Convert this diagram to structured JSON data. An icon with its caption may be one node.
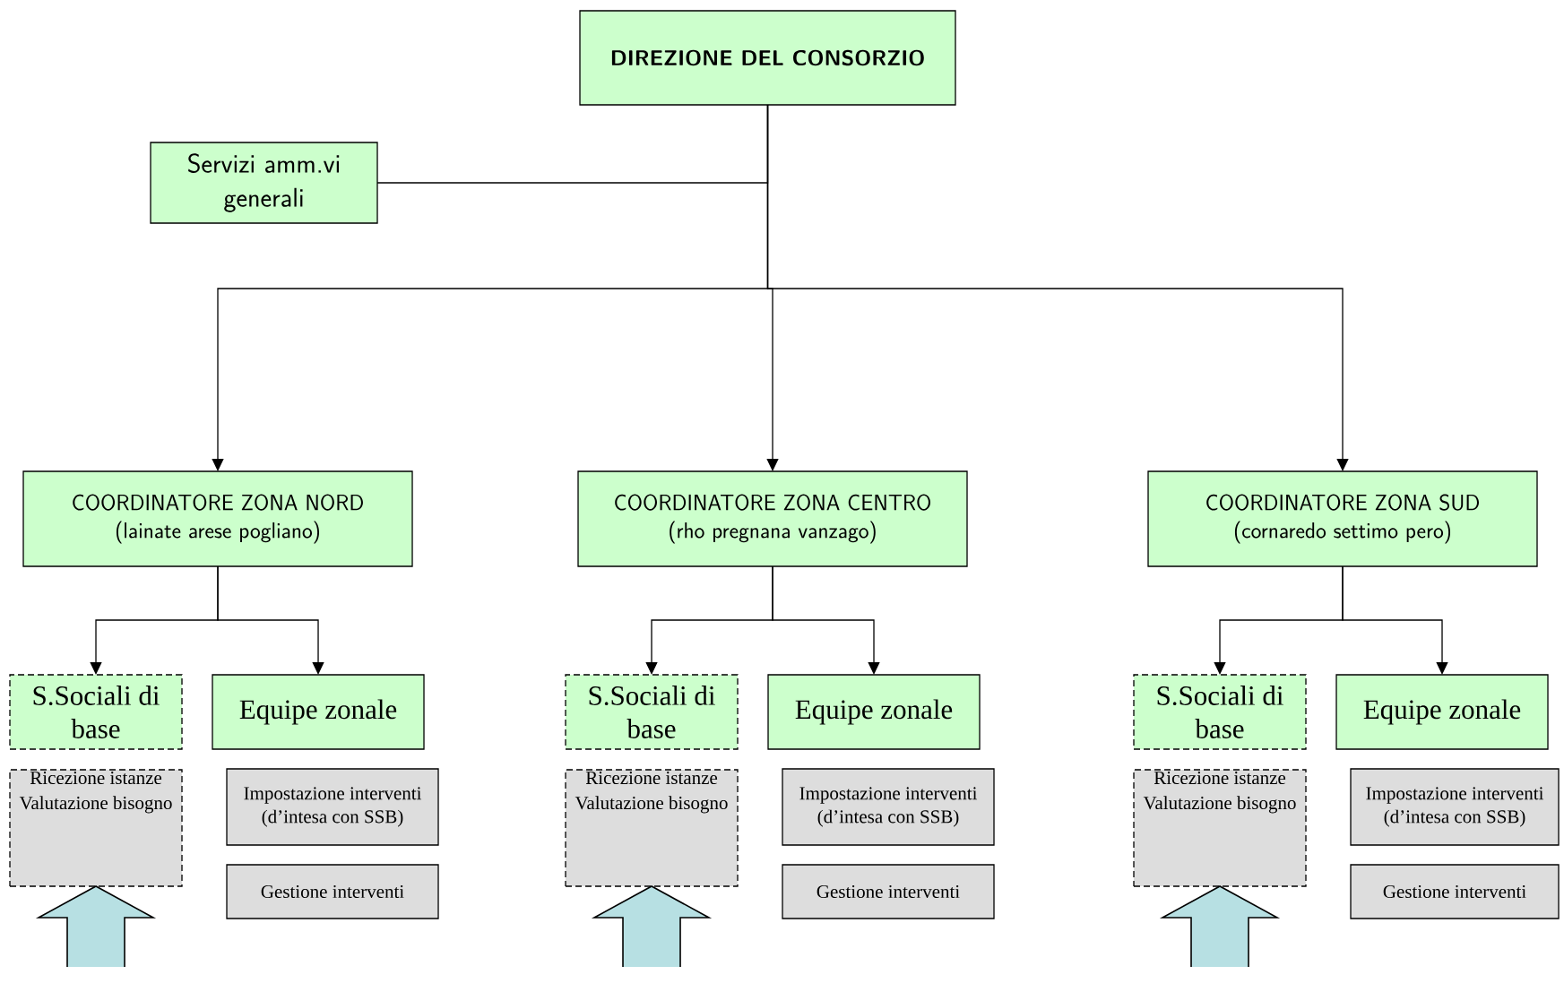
{
  "diagram": {
    "nodes": [
      {
        "text": [
          "DIREZIONE DEL CONSORZIO"
        ]
      },
      {
        "text": [
          "Servizi amm.vi generali"
        ]
      },
      {
        "text": [
          "COORDINATORE ZONA NORD",
          "(lainate arese pogliano)"
        ]
      },
      {
        "text": [
          "COORDINATORE ZONA CENTRO",
          "(rho pregnana vanzago)"
        ]
      },
      {
        "text": [
          "COORDINATORE ZONA SUD",
          "(cornaredo settimo pero)"
        ]
      },
      {
        "text": [
          "S.Sociali di base"
        ]
      },
      {
        "text": [
          "Equipe zonale"
        ]
      },
      {
        "text": [
          "Ricezione istanze",
          "Valutazione bisogno"
        ]
      },
      {
        "text": [
          "Impostazione interventi (d’intesa con SSB)"
        ]
      },
      {
        "text": [
          "Gestione interventi"
        ]
      },
      {
        "text": [
          "S.Sociali di base"
        ]
      },
      {
        "text": [
          "Equipe zonale"
        ]
      },
      {
        "text": [
          "Ricezione istanze",
          "Valutazione bisogno"
        ]
      },
      {
        "text": [
          "Impostazione interventi (d’intesa con SSB)"
        ]
      },
      {
        "text": [
          "Gestione interventi"
        ]
      },
      {
        "text": [
          "S.Sociali di base"
        ]
      },
      {
        "text": [
          "Equipe zonale"
        ]
      },
      {
        "text": [
          "Ricezione istanze",
          "Valutazione bisogno"
        ]
      },
      {
        "text": [
          "Impostazione interventi (d’intesa con SSB)"
        ]
      },
      {
        "text": [
          "Gestione interventi"
        ]
      }
    ],
    "edges": [
      {
        "from": 0,
        "to": 1,
        "arrow": "none"
      },
      {
        "from": 0,
        "to": 2,
        "arrow": "to"
      },
      {
        "from": 0,
        "to": 3,
        "arrow": "to"
      },
      {
        "from": 0,
        "to": 4,
        "arrow": "to"
      },
      {
        "from": 2,
        "to": 5,
        "arrow": "to"
      },
      {
        "from": 2,
        "to": 6,
        "arrow": "to"
      },
      {
        "from": 3,
        "to": 10,
        "arrow": "to"
      },
      {
        "from": 3,
        "to": 11,
        "arrow": "to"
      },
      {
        "from": 4,
        "to": 15,
        "arrow": "to"
      },
      {
        "from": 4,
        "to": 16,
        "arrow": "to"
      },
      {
        "from": null,
        "to": 7,
        "arrow": "to",
        "style": "thick",
        "color": "#b7e0e3"
      },
      {
        "from": null,
        "to": 12,
        "arrow": "to",
        "style": "thick",
        "color": "#b7e0e3"
      },
      {
        "from": null,
        "to": 17,
        "arrow": "to",
        "style": "thick",
        "color": "#b7e0e3"
      }
    ]
  }
}
